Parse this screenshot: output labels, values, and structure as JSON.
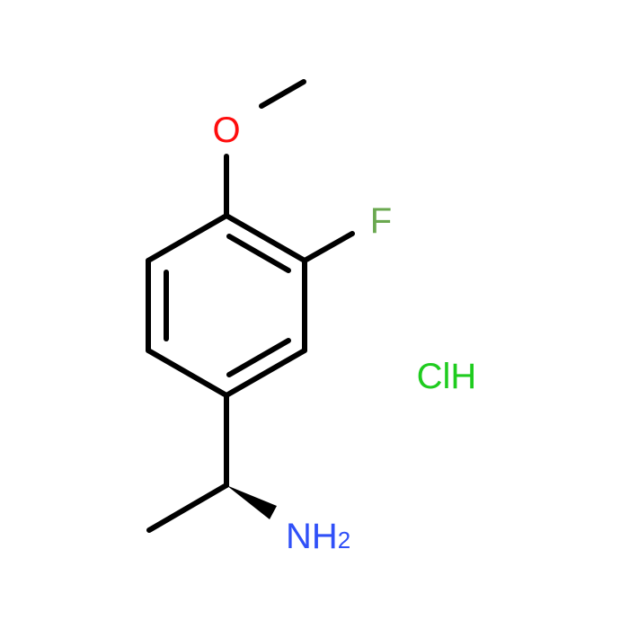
{
  "molecule": {
    "atoms": {
      "oxygen": {
        "label": "O",
        "color": "#ff0d0d"
      },
      "fluorine": {
        "label": "F",
        "color": "#6aa84f"
      },
      "amine": {
        "label": "NH",
        "subscript": "2",
        "color": "#3050f8"
      },
      "salt": {
        "label": "ClH",
        "color": "#1fcc1f"
      }
    },
    "bond_color": "#000000"
  }
}
